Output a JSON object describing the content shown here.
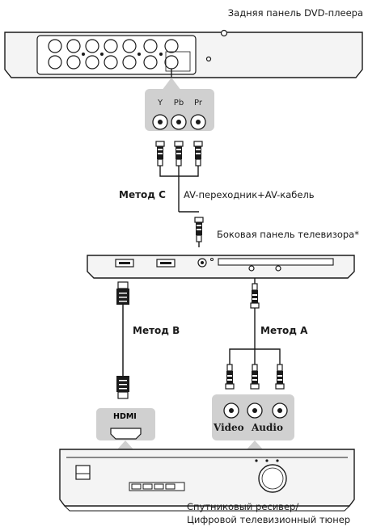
{
  "labels": {
    "dvd_rear_panel": "Задняя панель DVD-плеера",
    "av_adapter": "AV-переходник+AV-кабель",
    "tv_side_panel": "Боковая панель телевизора*",
    "receiver_line1": "Спутниковый ресивер/",
    "receiver_line2": "Цифровой телевизионный тюнер"
  },
  "methods": {
    "a": "Метод A",
    "b": "Метод B",
    "c": "Метод C"
  },
  "component_ports": {
    "y": "Y",
    "pb": "Pb",
    "pr": "Pr"
  },
  "receiver_ports": {
    "hdmi": "HDMI",
    "video": "Video",
    "audio": "Audio"
  },
  "colors": {
    "line": "#1a1a1a",
    "panel_fill": "#f4f4f4",
    "port_box": "#d0d0d0"
  }
}
